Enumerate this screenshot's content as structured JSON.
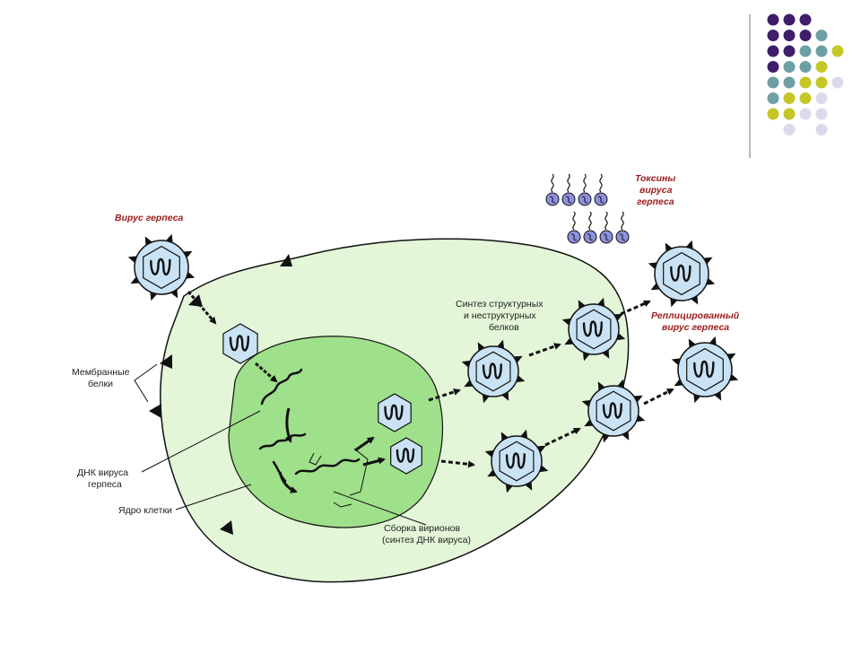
{
  "labels": {
    "herpes_virus": "Вирус герпеса",
    "membrane_proteins_1": "Мембранные",
    "membrane_proteins_2": "белки",
    "dna_virus_1": "ДНК вируса",
    "dna_virus_2": "герпеса",
    "cell_nucleus": "Ядро клетки",
    "synthesis_1": "Синтез структурных",
    "synthesis_2": "и неструктурных",
    "synthesis_3": "белков",
    "toxins_1": "Токсины",
    "toxins_2": "вируса",
    "toxins_3": "герпеса",
    "replicated_1": "Реплицированный",
    "replicated_2": "вирус герпеса",
    "assembly_1": "Сборка вирионов",
    "assembly_2": "(синтез ДНК вируса)"
  },
  "colors": {
    "label_red": "#9c1a1a",
    "cytoplasm": "#e3f6d8",
    "nucleus": "#9fe08a",
    "virion": "#c9e3f5",
    "toxin": "#8e8fdc",
    "dot_purple": "#3e1d6b",
    "dot_teal": "#6e9fa3",
    "dot_yellow": "#c6c626",
    "dot_lavender": "#dcdaea"
  },
  "dot_grid": [
    [
      "purple",
      "purple",
      "purple",
      "",
      ""
    ],
    [
      "purple",
      "purple",
      "purple",
      "teal",
      ""
    ],
    [
      "purple",
      "purple",
      "teal",
      "teal",
      "yellow"
    ],
    [
      "purple",
      "teal",
      "teal",
      "yellow",
      ""
    ],
    [
      "teal",
      "teal",
      "yellow",
      "yellow",
      "lavender"
    ],
    [
      "teal",
      "yellow",
      "yellow",
      "lavender",
      ""
    ],
    [
      "yellow",
      "yellow",
      "lavender",
      "lavender",
      ""
    ],
    [
      "",
      "lavender",
      "",
      "lavender",
      ""
    ]
  ]
}
